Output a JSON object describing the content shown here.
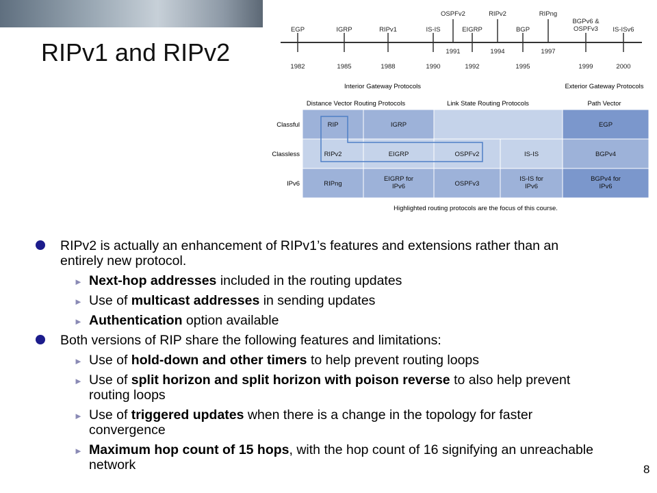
{
  "slide": {
    "title": "RIPv1 and RIPv2",
    "page_number": "8"
  },
  "timeline": {
    "protocols": [
      {
        "name": "EGP",
        "year": "1982",
        "side": "top"
      },
      {
        "name": "IGRP",
        "year": "1985",
        "side": "top"
      },
      {
        "name": "RIPv1",
        "year": "1988",
        "side": "top"
      },
      {
        "name": "IS-IS",
        "year": "1990",
        "side": "top"
      },
      {
        "name": "OSPFv2",
        "year": "1991",
        "side": "top-high"
      },
      {
        "name": "EIGRP",
        "year": "1992",
        "side": "top"
      },
      {
        "name": "RIPv2",
        "year": "1994",
        "side": "top-high"
      },
      {
        "name": "BGP",
        "year": "1995",
        "side": "top"
      },
      {
        "name": "RIPng",
        "year": "1997",
        "side": "top-high"
      },
      {
        "name": "BGPv6 & OSPFv3",
        "year": "1999",
        "side": "top"
      },
      {
        "name": "IS-ISv6",
        "year": "2000",
        "side": "top"
      }
    ]
  },
  "protocol_table": {
    "interior_label": "Interior Gateway Protocols",
    "exterior_label": "Exterior Gateway Protocols",
    "column_headers": [
      "Distance Vector Routing Protocols",
      "Link State Routing Protocols",
      "Path Vector"
    ],
    "row_labels": [
      "Classful",
      "Classless",
      "IPv6"
    ],
    "rows": [
      [
        "RIP",
        "IGRP",
        "",
        "",
        "EGP"
      ],
      [
        "RIPv2",
        "EIGRP",
        "OSPFv2",
        "IS-IS",
        "BGPv4"
      ],
      [
        "RIPng",
        "EIGRP for IPv6",
        "OSPFv3",
        "IS-IS for IPv6",
        "BGPv4 for IPv6"
      ]
    ],
    "caption": "Highlighted routing protocols are the focus of this course.",
    "colors": {
      "light": "#c5d3ea",
      "medium": "#9db2d9",
      "dark": "#7b97cc",
      "highlight": "#4f7fc6"
    }
  },
  "bullets": [
    {
      "text": "RIPv2 is actually an enhancement of RIPv1’s features and extensions rather than an entirely new protocol.",
      "sub": [
        {
          "bold": "Next-hop addresses",
          "pre": "",
          "post": " included in the routing updates"
        },
        {
          "pre": "Use of ",
          "bold": "multicast addresses",
          "post": " in sending updates"
        },
        {
          "pre": "",
          "bold": "Authentication",
          "post": " option available"
        }
      ]
    },
    {
      "text": "Both versions of RIP share the following features and limitations:",
      "sub": [
        {
          "pre": "Use of ",
          "bold": "hold-down and other timers",
          "post": " to help prevent routing loops"
        },
        {
          "pre": "Use of ",
          "bold": "split horizon and split horizon with poison reverse",
          "post": " to also help prevent routing loops"
        },
        {
          "pre": "Use of ",
          "bold": "triggered updates",
          "post": " when there is a change in the topology for faster convergence"
        },
        {
          "pre": "",
          "bold": "Maximum hop count of 15 hops",
          "post": ", with the hop count of 16 signifying an unreachable network"
        }
      ]
    }
  ]
}
